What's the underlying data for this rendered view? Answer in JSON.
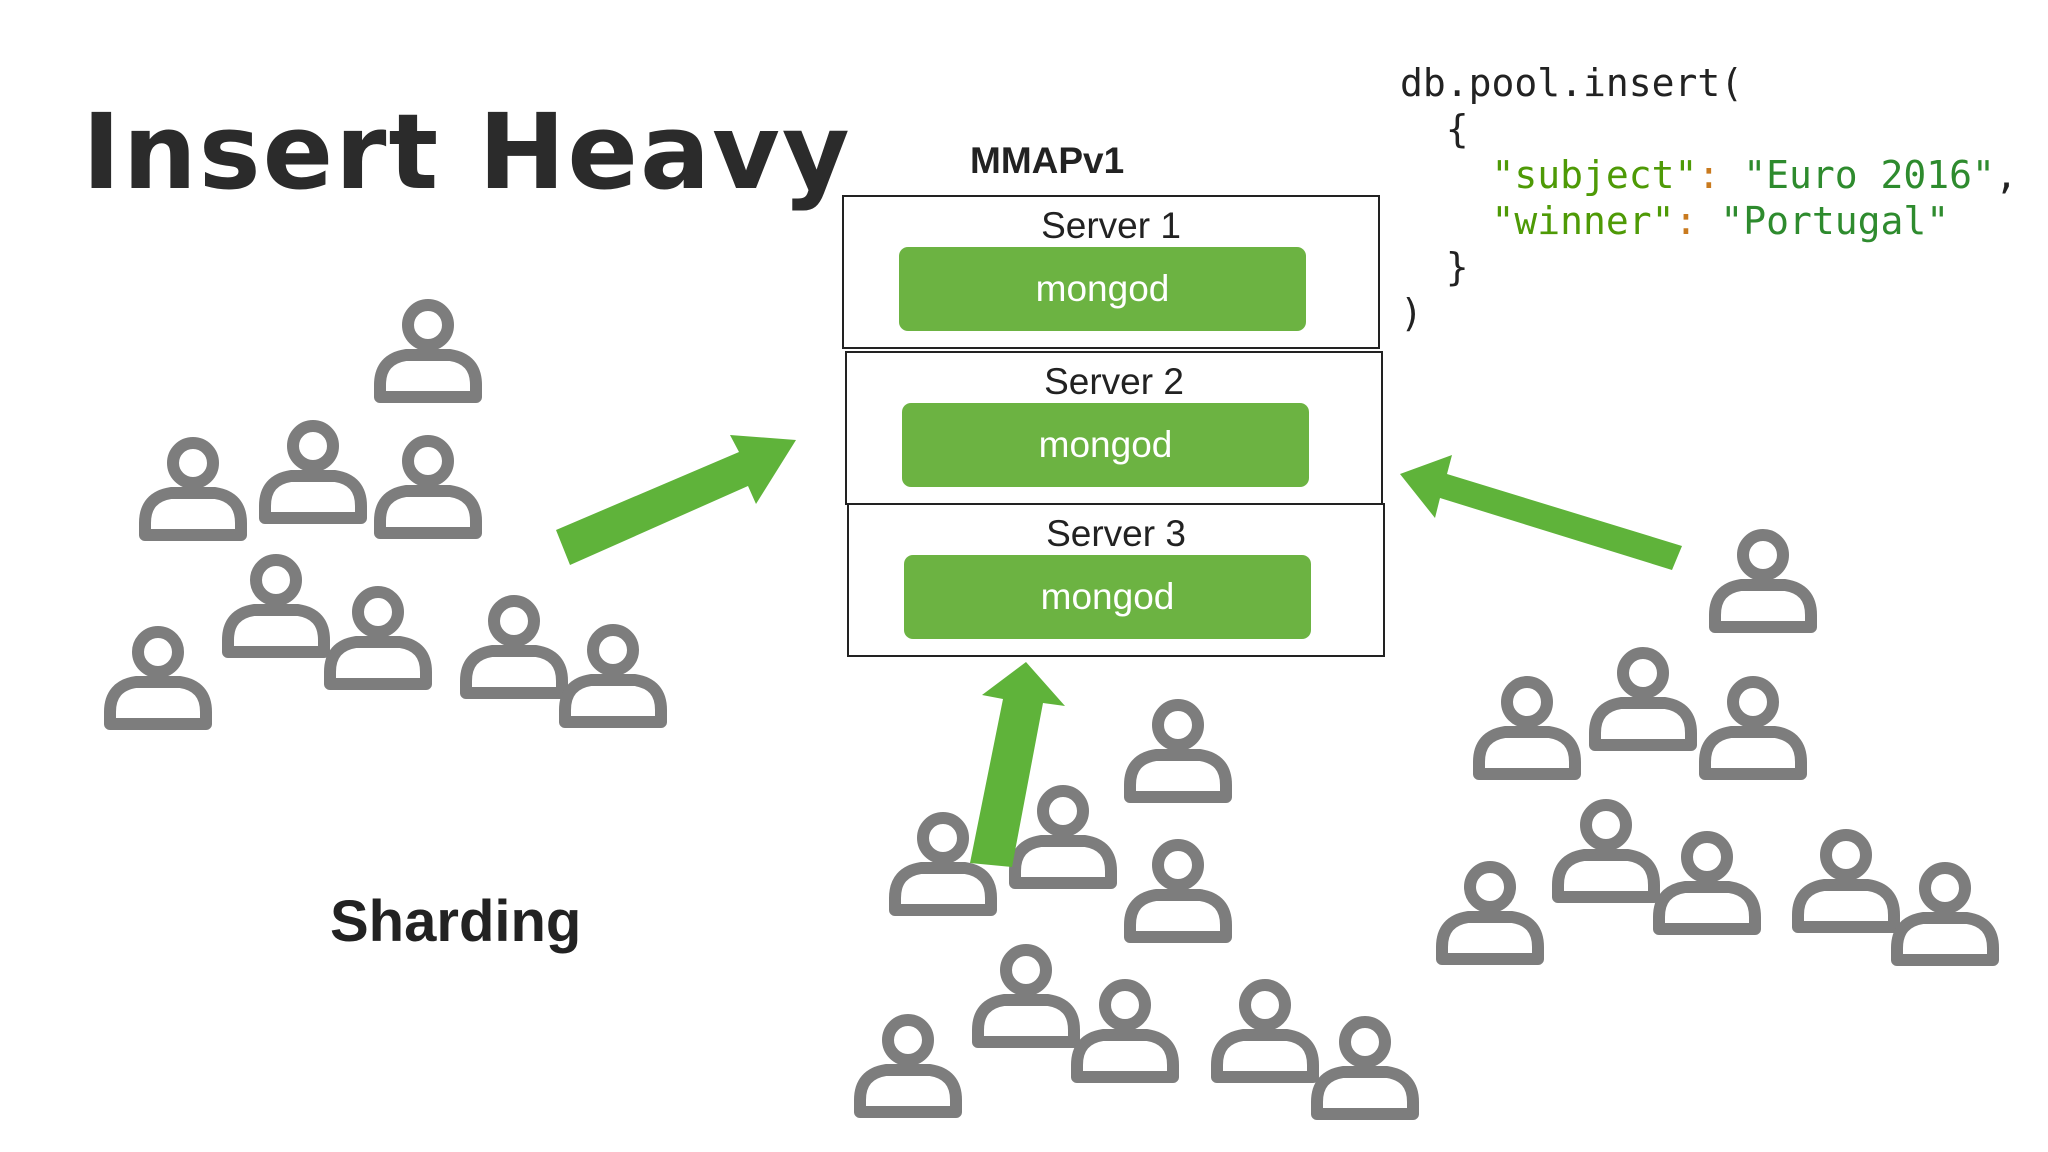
{
  "title": "Insert Heavy",
  "subtitle": "Sharding",
  "storage_engine": "MMAPv1",
  "servers": [
    {
      "label": "Server 1",
      "process": "mongod"
    },
    {
      "label": "Server 2",
      "process": "mongod"
    },
    {
      "label": "Server 3",
      "process": "mongod"
    }
  ],
  "code": {
    "call": "db.pool.insert(",
    "open_brace": "{",
    "fields": [
      {
        "key": "\"subject\"",
        "colon": ":",
        "value": "\"Euro 2016\"",
        "comma": ","
      },
      {
        "key": "\"winner\"",
        "colon": ":",
        "value": "\"Portugal\"",
        "comma": ""
      }
    ],
    "close_brace": "}",
    "close_paren": ")"
  },
  "colors": {
    "accent_green": "#6cb342",
    "arrow_green": "#5fb33a",
    "user_gray": "#7d7d7d"
  },
  "icons": {
    "user": "user-icon",
    "arrow": "arrow-icon"
  }
}
